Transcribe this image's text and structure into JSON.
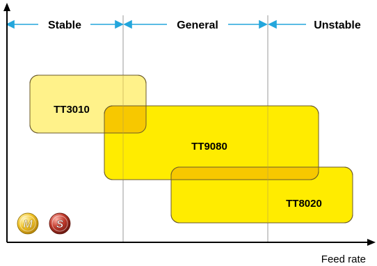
{
  "zones": [
    {
      "label": "Stable"
    },
    {
      "label": "General"
    },
    {
      "label": "Unstable"
    }
  ],
  "grades": [
    {
      "name": "TT3010",
      "color": "#fff28a"
    },
    {
      "name": "TT9080",
      "color": "#ffec00"
    },
    {
      "name": "TT8020",
      "color": "#ffec00"
    }
  ],
  "x_axis_label": "Feed rate",
  "colors": {
    "zone_arrow": "#23a6dc",
    "box_border": "#6b5a2a",
    "overlap": "#f7c800",
    "divider": "#999999"
  },
  "badges": [
    {
      "letter": "M",
      "icon": "material-m-icon",
      "color": "#f2c42a"
    },
    {
      "letter": "S",
      "icon": "material-s-icon",
      "color": "#c0392b"
    }
  ]
}
